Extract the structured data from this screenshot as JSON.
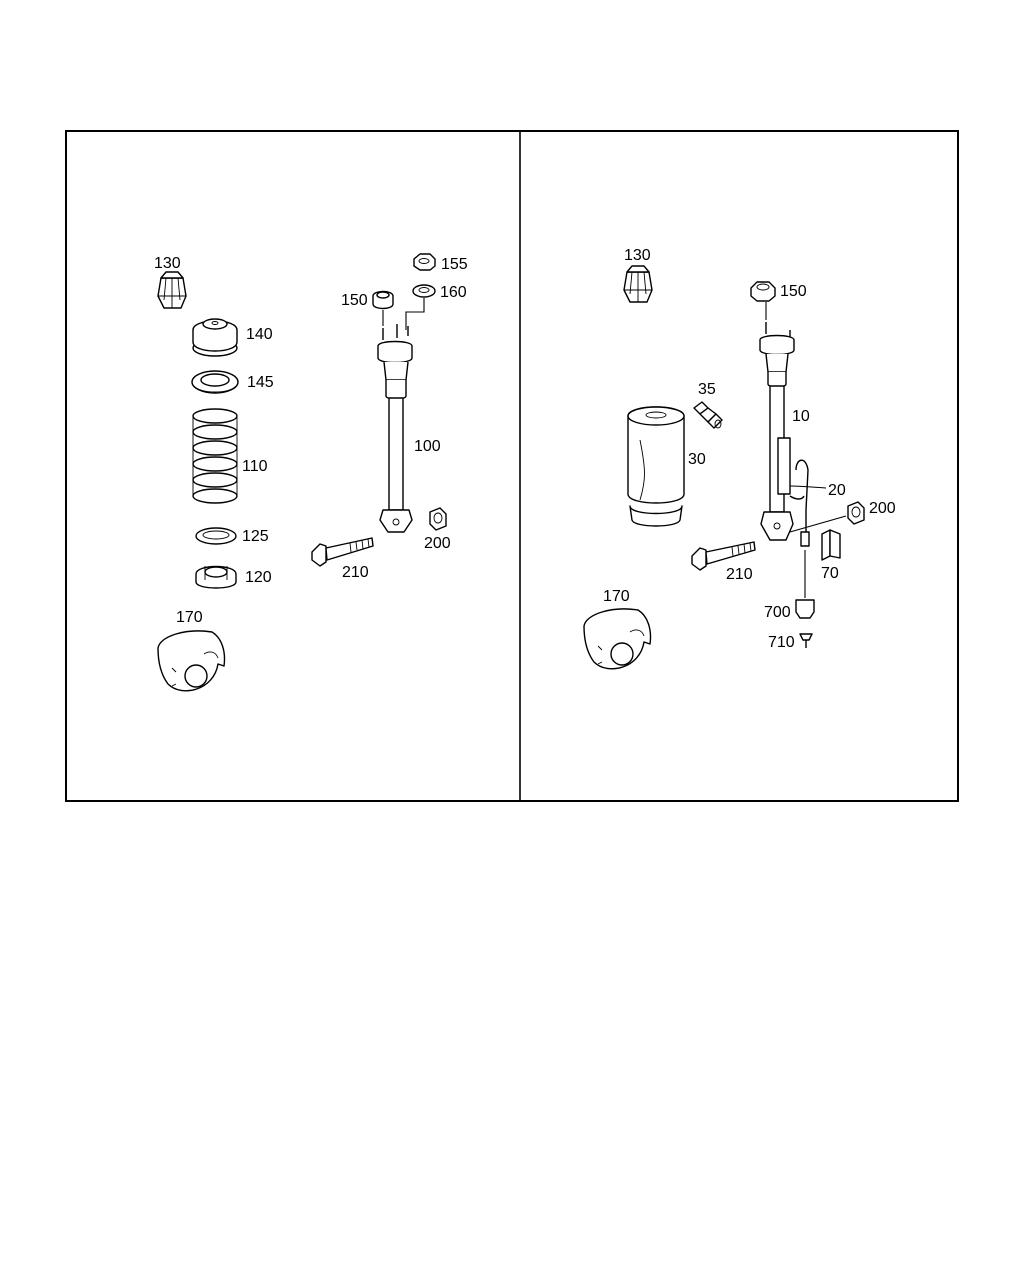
{
  "diagram": {
    "left_panel": {
      "callouts": {
        "c130": "130",
        "c140": "140",
        "c145": "145",
        "c110": "110",
        "c125": "125",
        "c120": "120",
        "c170": "170",
        "c155": "155",
        "c150": "150",
        "c160": "160",
        "c100": "100",
        "c200": "200",
        "c210": "210"
      }
    },
    "right_panel": {
      "callouts": {
        "c130": "130",
        "c150": "150",
        "c35": "35",
        "c10": "10",
        "c30": "30",
        "c20": "20",
        "c200": "200",
        "c210": "210",
        "c70": "70",
        "c700": "700",
        "c710": "710",
        "c170": "170"
      }
    },
    "colors": {
      "line": "#000000",
      "background": "#ffffff"
    }
  }
}
